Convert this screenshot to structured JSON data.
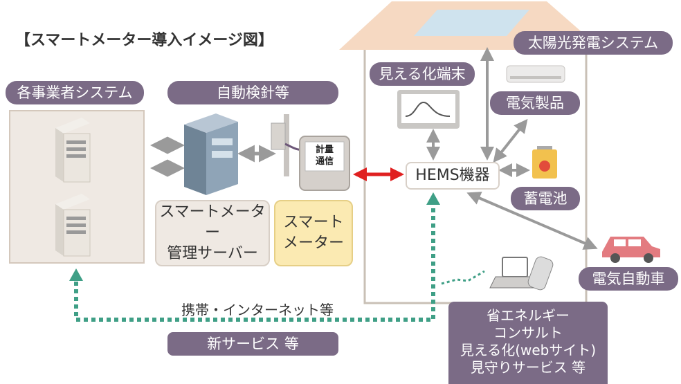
{
  "title": "【スマートメーター導入イメージ図】",
  "labels": {
    "operators": "各事業者システム",
    "auto_meter": "自動検針等",
    "visualization_terminal": "見える化端末",
    "solar": "太陽光発電システム",
    "appliances": "電気製品",
    "hems": "HEMS機器",
    "battery": "蓄電池",
    "ev": "電気自動車",
    "meter_comm": "計量\n通信",
    "sm_server": "スマートメーター\n管理サーバー",
    "smart_meter": "スマート\nメーター",
    "mobile_internet": "携帯・インターネット等",
    "new_service": "新サービス 等",
    "services_panel": "省エネルギー\nコンサルト\n見える化(webサイト)\n見守りサービス 等"
  },
  "colors": {
    "pill": "#7b6b86",
    "server_box": "#efe9e3",
    "meter_box": "#fbeab2",
    "link_red": "#e02020",
    "dotted_green": "#3f9f86",
    "arrow_gray": "#9a9a9a",
    "roof": "#f6d9c2",
    "house_wall": "#c9c0b6"
  }
}
